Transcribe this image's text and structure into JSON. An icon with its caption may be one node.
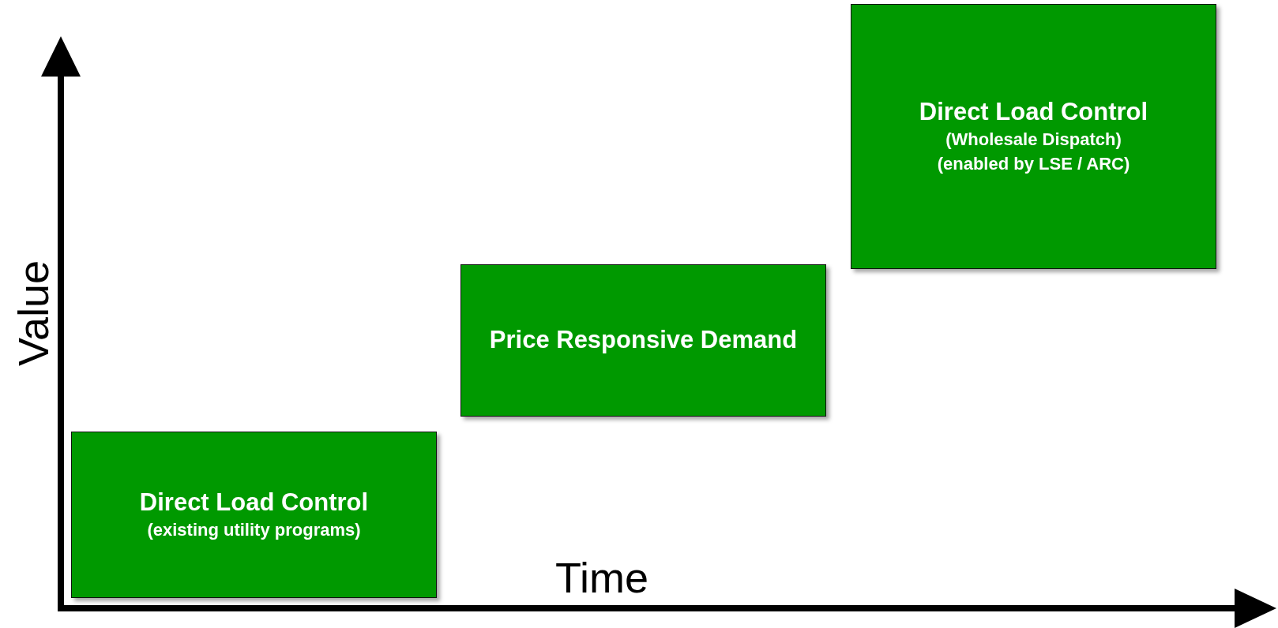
{
  "diagram": {
    "nodes": [
      {
        "text": [
          "Price Responsive Demand"
        ]
      },
      {
        "text": [
          "Direct Load Control",
          "(Wholesale Dispatch)",
          "(enabled by LSE / ARC)"
        ]
      },
      {
        "text": [
          "Direct Load Control",
          "(existing utility programs)"
        ]
      }
    ],
    "labels": [
      "Value",
      "Time"
    ]
  }
}
